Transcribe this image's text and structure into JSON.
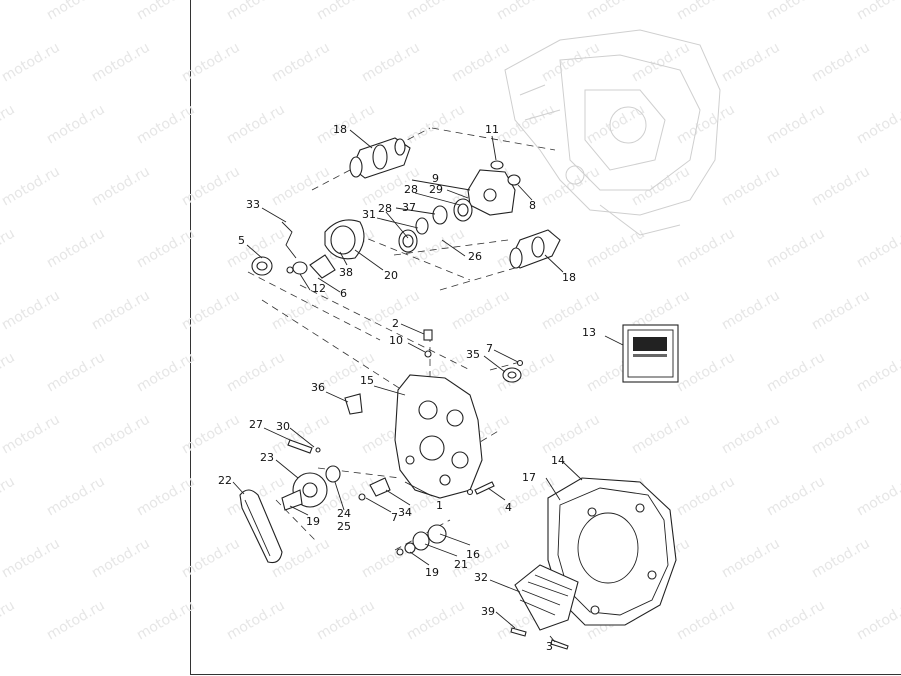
{
  "watermark": "motod.ru",
  "callouts": [
    {
      "id": "c18a",
      "text": "18"
    },
    {
      "id": "c11",
      "text": "11"
    },
    {
      "id": "c9",
      "text": "9"
    },
    {
      "id": "c28a",
      "text": "28"
    },
    {
      "id": "c29",
      "text": "29"
    },
    {
      "id": "c8",
      "text": "8"
    },
    {
      "id": "c33",
      "text": "33"
    },
    {
      "id": "c28b",
      "text": "28"
    },
    {
      "id": "c31",
      "text": "31"
    },
    {
      "id": "c37",
      "text": "37"
    },
    {
      "id": "c5",
      "text": "5"
    },
    {
      "id": "c26",
      "text": "26"
    },
    {
      "id": "c38",
      "text": "38"
    },
    {
      "id": "c20",
      "text": "20"
    },
    {
      "id": "c18b",
      "text": "18"
    },
    {
      "id": "c12",
      "text": "12"
    },
    {
      "id": "c6",
      "text": "6"
    },
    {
      "id": "c2",
      "text": "2"
    },
    {
      "id": "c13",
      "text": "13"
    },
    {
      "id": "c10",
      "text": "10"
    },
    {
      "id": "c7a",
      "text": "7"
    },
    {
      "id": "c35",
      "text": "35"
    },
    {
      "id": "c36",
      "text": "36"
    },
    {
      "id": "c15",
      "text": "15"
    },
    {
      "id": "c27",
      "text": "27"
    },
    {
      "id": "c30",
      "text": "30"
    },
    {
      "id": "c23",
      "text": "23"
    },
    {
      "id": "c14",
      "text": "14"
    },
    {
      "id": "c17",
      "text": "17"
    },
    {
      "id": "c22",
      "text": "22"
    },
    {
      "id": "c1",
      "text": "1"
    },
    {
      "id": "c4",
      "text": "4"
    },
    {
      "id": "c34",
      "text": "34"
    },
    {
      "id": "c7b",
      "text": "7"
    },
    {
      "id": "c19a",
      "text": "19"
    },
    {
      "id": "c24",
      "text": "24"
    },
    {
      "id": "c25",
      "text": "25"
    },
    {
      "id": "c16",
      "text": "16"
    },
    {
      "id": "c21",
      "text": "21"
    },
    {
      "id": "c19b",
      "text": "19"
    },
    {
      "id": "c32",
      "text": "32"
    },
    {
      "id": "c39",
      "text": "39"
    },
    {
      "id": "c3",
      "text": "3"
    }
  ]
}
